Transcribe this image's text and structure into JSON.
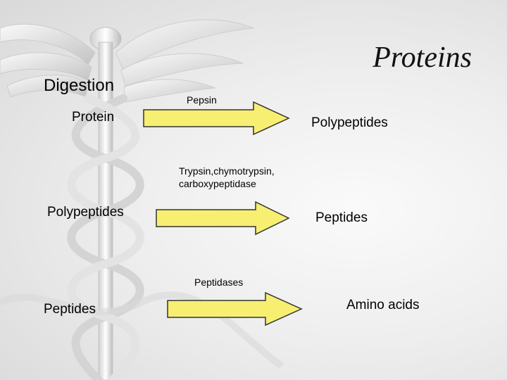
{
  "slide": {
    "title": "Proteins",
    "subtitle": "Digestion"
  },
  "steps": [
    {
      "substrate": "Protein",
      "enzyme": "Pepsin",
      "product": "Polypeptides"
    },
    {
      "substrate": "Polypeptides",
      "enzyme_line1": "Trypsin,chymotrypsin,",
      "enzyme_line2": "carboxypeptidase",
      "product": "Peptides"
    },
    {
      "substrate": "Peptides",
      "enzyme": "Peptidases",
      "product": "Amino acids"
    }
  ],
  "colors": {
    "arrow_fill": "#f7ef72",
    "arrow_stroke": "#333333",
    "emblem": "#bdbdbd"
  }
}
